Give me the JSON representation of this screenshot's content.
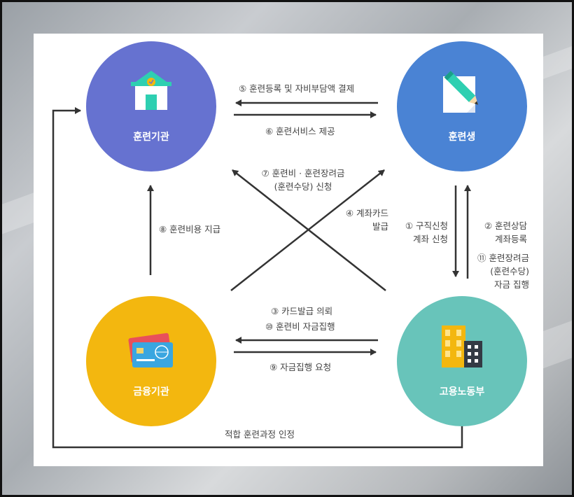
{
  "nodes": {
    "training_institution": {
      "label": "훈련기관",
      "color": "#6672d0"
    },
    "trainee": {
      "label": "훈련생",
      "color": "#4a83d4"
    },
    "financial_institution": {
      "label": "금융기관",
      "color": "#f3b70f"
    },
    "ministry_of_labor": {
      "label": "고용노동부",
      "color": "#68c4ba"
    }
  },
  "edges": {
    "e5": "⑤ 훈련등록 및 자비부담액 결제",
    "e6": "⑥ 훈련서비스 제공",
    "e7_line1": "⑦ 훈련비 · 훈련장려금",
    "e7_line2": "(훈련수당) 신청",
    "e4_line1": "④ 계좌카드",
    "e4_line2": "발급",
    "e8": "⑧ 훈련비용 지급",
    "e1_line1": "① 구직신청",
    "e1_line2": "계좌 신청",
    "e2_line1": "② 훈련상담",
    "e2_line2": "계좌등록",
    "e11_line1": "⑪ 훈련장려금",
    "e11_line2": "(훈련수당)",
    "e11_line3": "자금 집행",
    "e3": "③ 카드발급 의뢰",
    "e10": "⑩ 훈련비 자금집행",
    "e9": "⑨ 자금집행 요청",
    "bottom": "적합 훈련과정 인정"
  },
  "colors": {
    "arrow": "#333333",
    "panel": "#ffffff"
  }
}
